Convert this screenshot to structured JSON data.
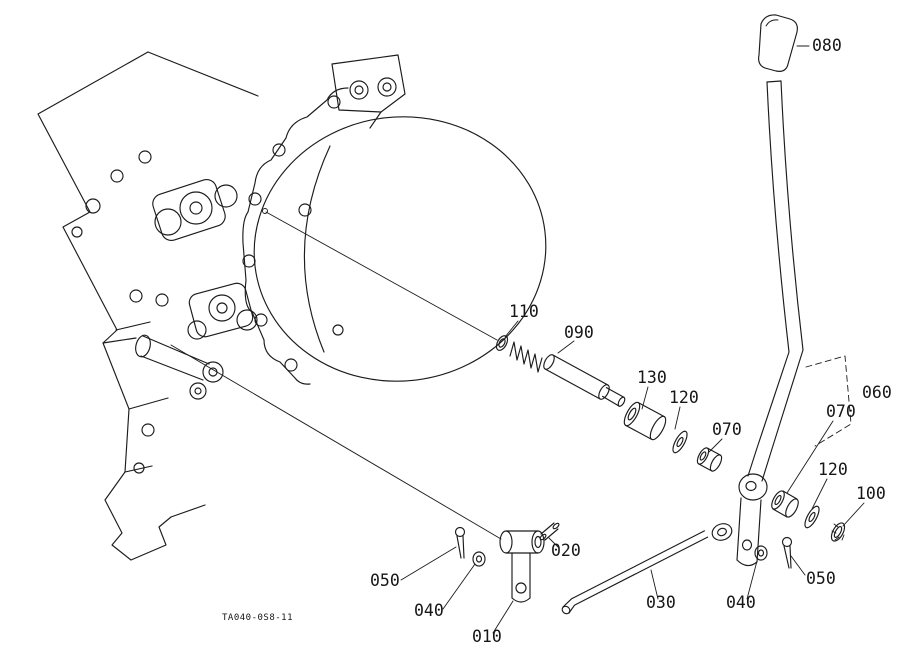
{
  "page": {
    "background_color": "#ffffff",
    "line_color": "#1c1c1c"
  },
  "diagram": {
    "drawing_code": "TA040-0S8-11",
    "callouts": [
      {
        "label": "080"
      },
      {
        "label": "110"
      },
      {
        "label": "090"
      },
      {
        "label": "130"
      },
      {
        "label": "120"
      },
      {
        "label": "070"
      },
      {
        "label": "060"
      },
      {
        "label": "070"
      },
      {
        "label": "120"
      },
      {
        "label": "100"
      },
      {
        "label": "050"
      },
      {
        "label": "040"
      },
      {
        "label": "020"
      },
      {
        "label": "010"
      },
      {
        "label": "030"
      },
      {
        "label": "040"
      },
      {
        "label": "050"
      }
    ]
  }
}
